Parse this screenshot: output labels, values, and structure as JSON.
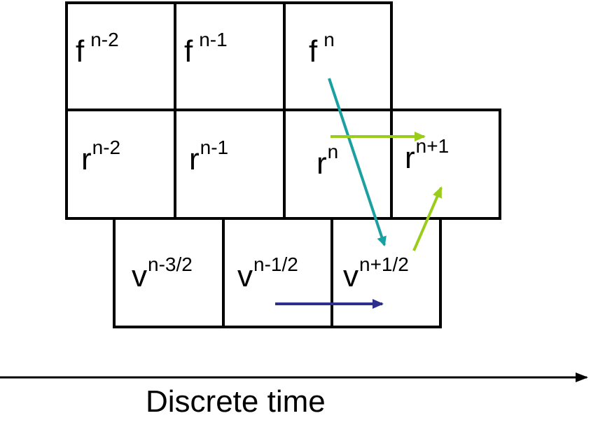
{
  "rows": {
    "f": [
      {
        "base": "f",
        "sup": "n-2"
      },
      {
        "base": "f",
        "sup": "n-1"
      },
      {
        "base": "f",
        "sup": "n"
      }
    ],
    "r": [
      {
        "base": "r",
        "sup": "n-2"
      },
      {
        "base": "r",
        "sup": "n-1"
      },
      {
        "base": "r",
        "sup": "n"
      },
      {
        "base": "r",
        "sup": "n+1"
      }
    ],
    "v": [
      {
        "base": "v",
        "sup": "n-3/2"
      },
      {
        "base": "v",
        "sup": "n-1/2"
      },
      {
        "base": "v",
        "sup": "n+1/2"
      }
    ]
  },
  "axis": {
    "title": "Discrete time"
  },
  "arrows": [
    {
      "from": "f n",
      "to": "v n+1/2",
      "color": "#1aa0a0"
    },
    {
      "from": "r n",
      "to": "r n+1",
      "color": "#9acd1a"
    },
    {
      "from": "v n+1/2",
      "to": "r n+1",
      "color": "#9acd1a"
    },
    {
      "from": "v n-1/2",
      "to": "v n+1/2",
      "color": "#2e2e8f"
    }
  ],
  "colors": {
    "teal": "#1aa0a0",
    "lime": "#9acd1a",
    "navy": "#2e2e8f",
    "grid": "#000000"
  }
}
